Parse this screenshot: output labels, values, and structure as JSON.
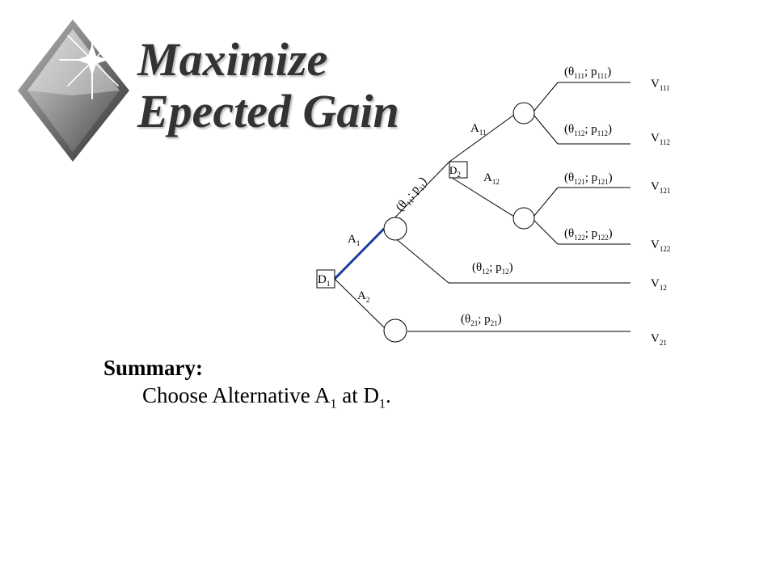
{
  "title": {
    "line1": "Maximize",
    "line2": "Epected Gain"
  },
  "colors": {
    "highlight": "#1a3aa0",
    "title": "#333333"
  },
  "decision_nodes": {
    "d1": {
      "base": "D",
      "sub": "1"
    },
    "d2": {
      "base": "D",
      "sub": "2"
    }
  },
  "alternatives": {
    "a1": {
      "base": "A",
      "sub": "1"
    },
    "a2": {
      "base": "A",
      "sub": "2"
    },
    "a11": {
      "base": "A",
      "sub": "11"
    },
    "a12": {
      "base": "A",
      "sub": "12"
    }
  },
  "outcomes": {
    "o11": {
      "p1": "(θ",
      "s1": "11",
      "p2": "; p",
      "s2": "11",
      "p3": ")"
    },
    "o12": {
      "p1": "(θ",
      "s1": "12",
      "p2": "; p",
      "s2": "12",
      "p3": ")"
    },
    "o21": {
      "p1": "(θ",
      "s1": "21",
      "p2": "; p",
      "s2": "21",
      "p3": ")"
    },
    "o111": {
      "p1": "(θ",
      "s1": "111",
      "p2": "; p",
      "s2": "111",
      "p3": ")"
    },
    "o112": {
      "p1": "(θ",
      "s1": "112",
      "p2": "; p",
      "s2": "112",
      "p3": ")"
    },
    "o121": {
      "p1": "(θ",
      "s1": "121",
      "p2": "; p",
      "s2": "121",
      "p3": ")"
    },
    "o122": {
      "p1": "(θ",
      "s1": "122",
      "p2": "; p",
      "s2": "122",
      "p3": ")"
    }
  },
  "values": {
    "v111": {
      "base": "V",
      "sub": "111"
    },
    "v112": {
      "base": "V",
      "sub": "112"
    },
    "v121": {
      "base": "V",
      "sub": "121"
    },
    "v122": {
      "base": "V",
      "sub": "122"
    },
    "v12": {
      "base": "V",
      "sub": "12"
    },
    "v21": {
      "base": "V",
      "sub": "21"
    }
  },
  "summary": {
    "heading": "Summary:",
    "prefix": "Choose Alternative A",
    "alt_sub": "1",
    "middle": " at D",
    "node_sub": "1",
    "suffix": "."
  }
}
